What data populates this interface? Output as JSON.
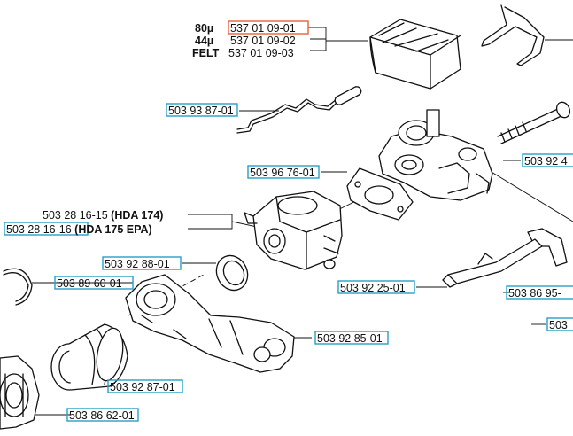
{
  "colors": {
    "highlight_box": "#28a0c8",
    "selected_box": "#e8603a",
    "line": "#111111"
  },
  "filter_options": [
    {
      "grade": "80µ",
      "part_number": "537 01 09-01",
      "selected": true
    },
    {
      "grade": "44µ",
      "part_number": "537 01 09-02",
      "selected": false
    },
    {
      "grade": "FELT",
      "part_number": "537 01 09-03",
      "selected": false
    }
  ],
  "labels": {
    "choke_rod": "503 93 87-01",
    "gasket": "503 96 76-01",
    "carb_174_number": "503 28 16-15",
    "carb_174_model": "(HDA 174)",
    "carb_175_number": "503 28 16-16",
    "carb_175_model": "(HDA 175 EPA)",
    "ring": "503 92 88-01",
    "clip": "503 89 60-01",
    "throttle_link": "503 92 25-01",
    "intake_manifold": "503 92 85-01",
    "intake_boot": "503 92 87-01",
    "flange": "503 86 62-01",
    "bolt_partial": "503 92 4",
    "lever_partial": "503 86 95-",
    "edge_partial": "503"
  }
}
